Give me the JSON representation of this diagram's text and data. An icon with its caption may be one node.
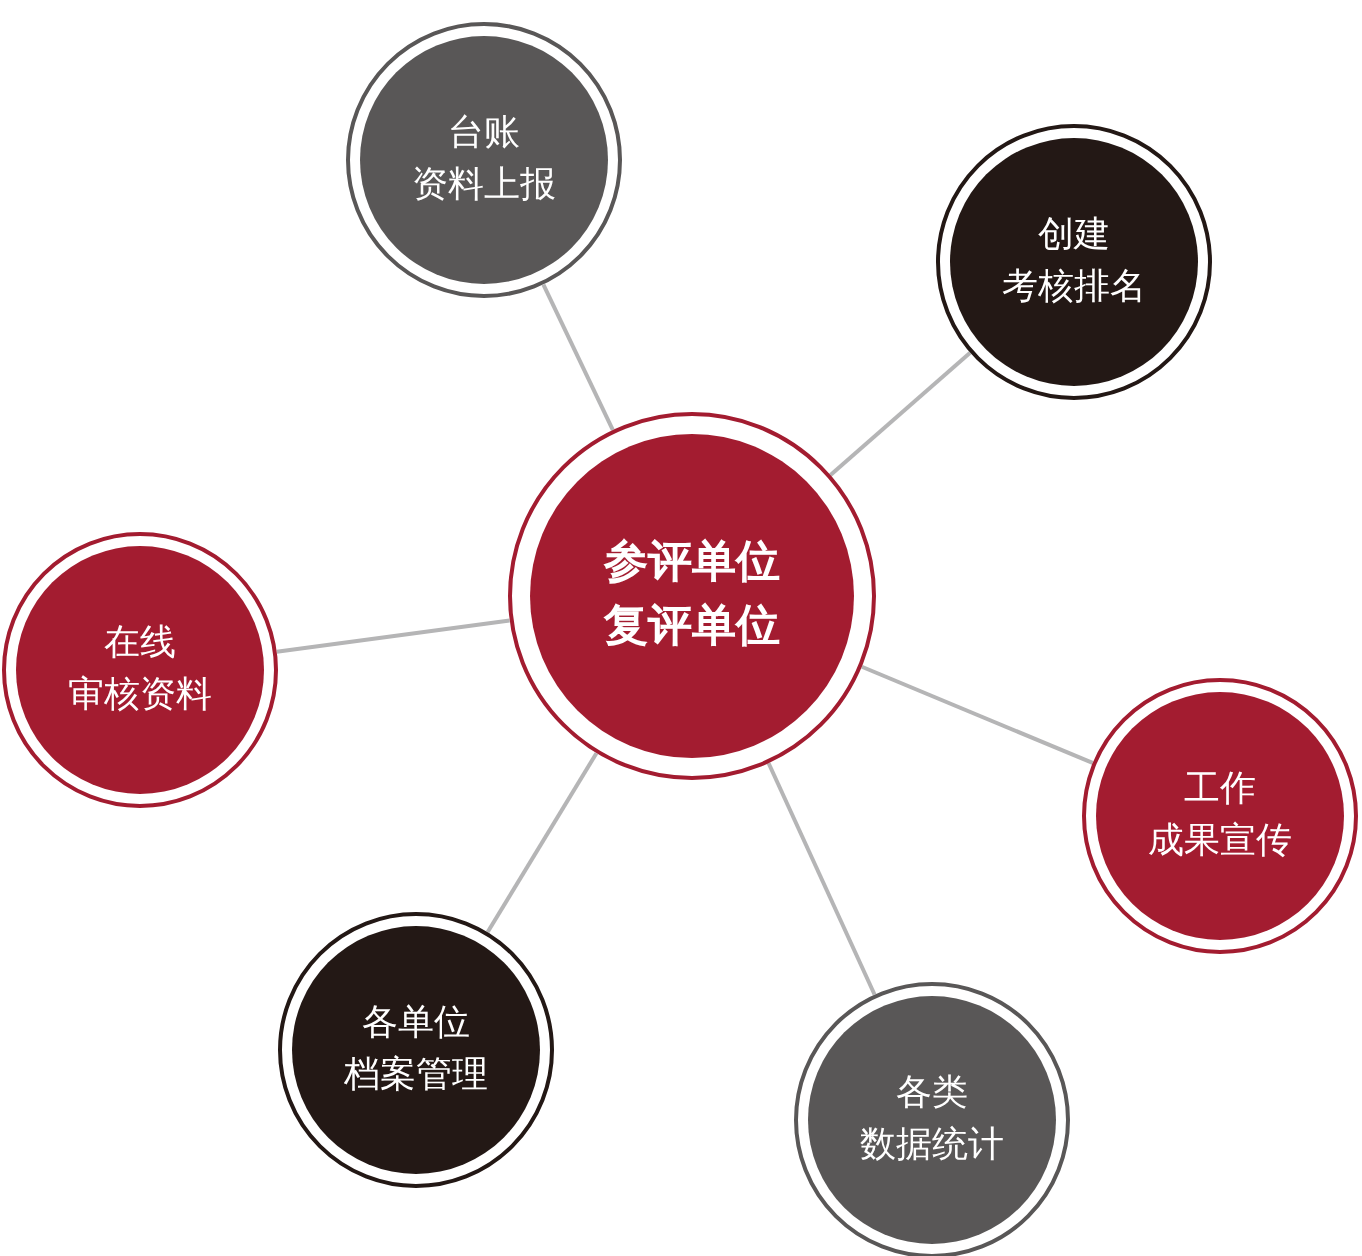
{
  "diagram": {
    "nodes": [
      {
        "text": [
          "参评单位",
          "复评单位"
        ]
      },
      {
        "text": [
          "台账",
          "资料上报"
        ]
      },
      {
        "text": [
          "创建",
          "考核排名"
        ]
      },
      {
        "text": [
          "在线",
          "审核资料"
        ]
      },
      {
        "text": [
          "工作",
          "成果宣传"
        ]
      },
      {
        "text": [
          "各单位",
          "档案管理"
        ]
      },
      {
        "text": [
          "各类",
          "数据统计"
        ]
      }
    ],
    "edges": [
      {
        "from": 0,
        "to": 1,
        "arrow": "none"
      },
      {
        "from": 0,
        "to": 2,
        "arrow": "none"
      },
      {
        "from": 0,
        "to": 3,
        "arrow": "none"
      },
      {
        "from": 0,
        "to": 4,
        "arrow": "none"
      },
      {
        "from": 0,
        "to": 5,
        "arrow": "none"
      },
      {
        "from": 0,
        "to": 6,
        "arrow": "none"
      }
    ]
  }
}
